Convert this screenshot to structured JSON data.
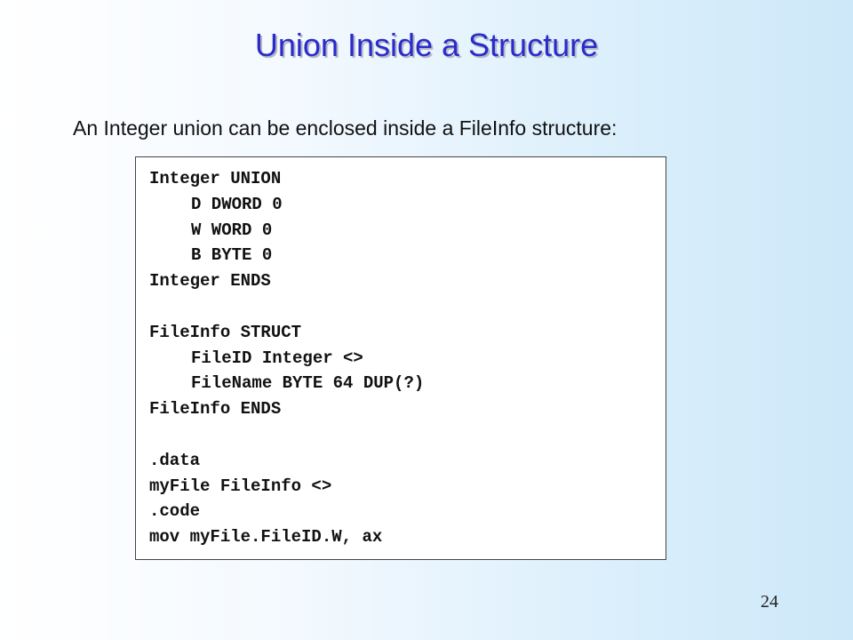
{
  "slide": {
    "title": "Union Inside a Structure",
    "intro": "An Integer union can be enclosed inside a FileInfo structure:",
    "page_number": "24"
  },
  "code": {
    "lines": [
      "Integer UNION",
      "D DWORD 0",
      "W WORD 0",
      "B BYTE 0",
      "Integer ENDS",
      "",
      "FileInfo STRUCT",
      "FileID Integer <>",
      "FileName BYTE 64 DUP(?)",
      "FileInfo ENDS",
      "",
      ".data",
      "myFile FileInfo <>",
      ".code",
      "mov myFile.FileID.W, ax"
    ]
  }
}
